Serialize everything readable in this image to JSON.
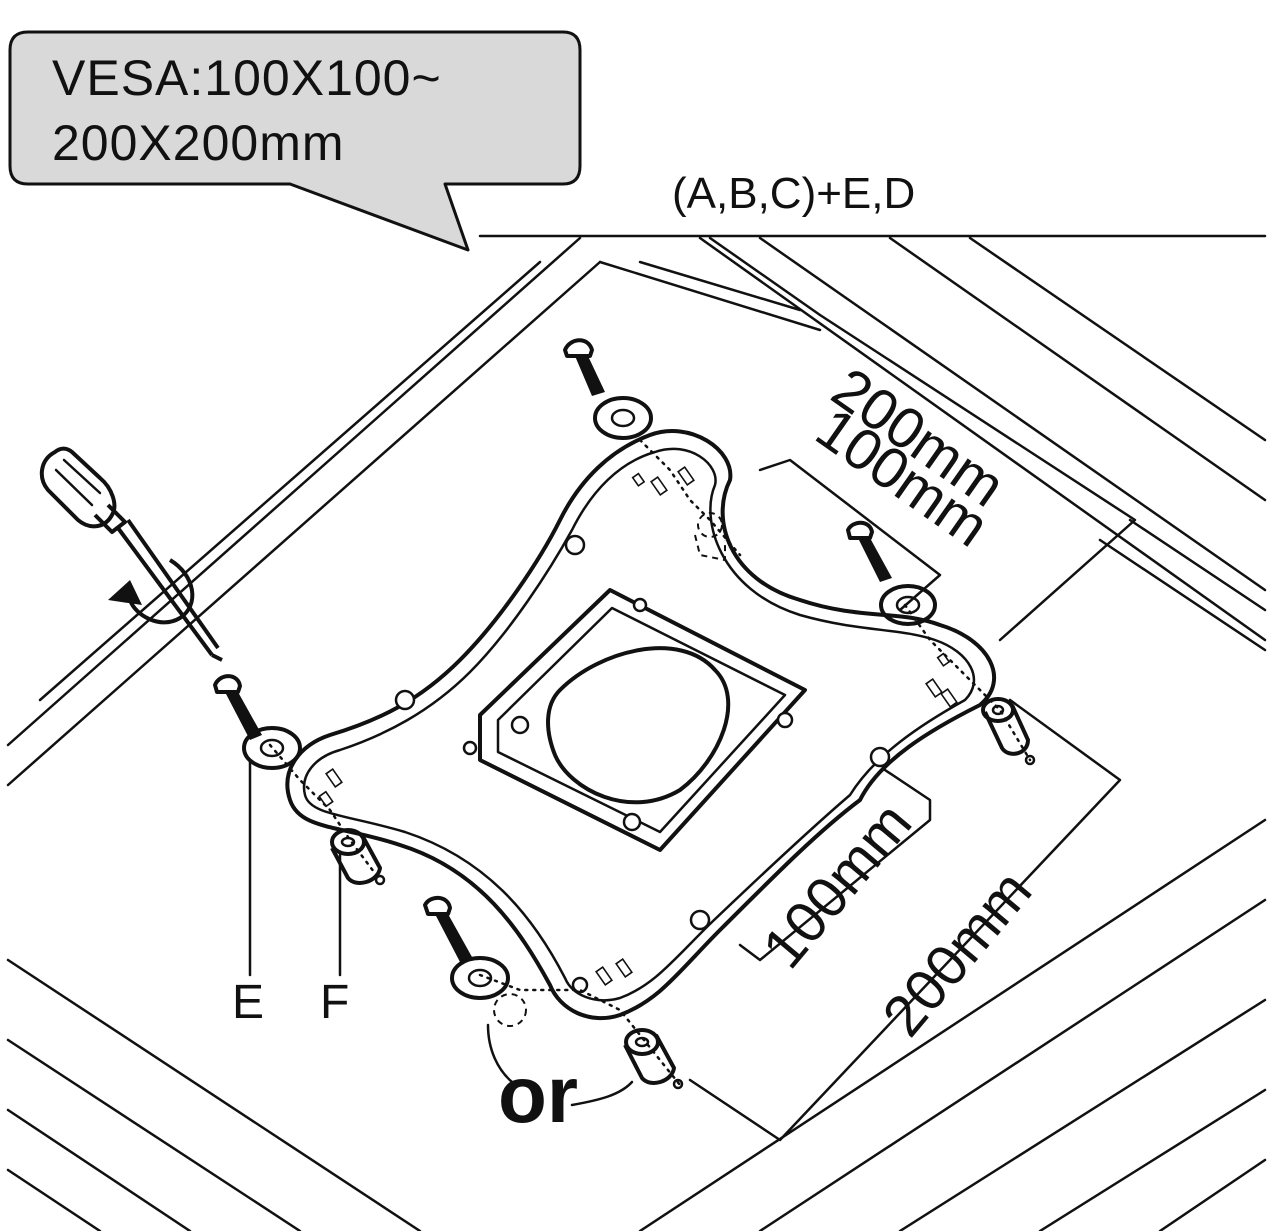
{
  "callout": {
    "line1": "VESA:100X100~",
    "line2": "200X200mm",
    "fill_color": "#d9d9d9"
  },
  "kit_label": "(A,B,C)+E,D",
  "dimensions": {
    "top_outer": "200mm",
    "top_inner": "100mm",
    "bottom_inner": "100mm",
    "bottom_outer": "200mm"
  },
  "part_labels": {
    "washer": "E",
    "spacer": "F"
  },
  "or_text": "or",
  "icons": [
    "screwdriver-icon",
    "rotation-arrow-icon",
    "screw-icon",
    "washer-icon",
    "spacer-icon"
  ]
}
